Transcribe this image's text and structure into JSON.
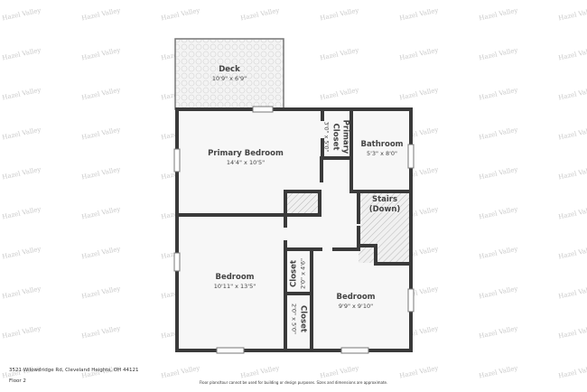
{
  "watermark": "Hazel Valley",
  "rooms": {
    "deck": {
      "name": "Deck",
      "dims": "10'9\" x 6'9\""
    },
    "primary_bedroom": {
      "name": "Primary Bedroom",
      "dims": "14'4\" x 10'5\""
    },
    "primary_closet": {
      "name": "Primary Closet",
      "line1": "Primary",
      "line2": "Closet",
      "dims": "3'0\" x 5'0\""
    },
    "bathroom": {
      "name": "Bathroom",
      "dims": "5'3\" x 8'0\""
    },
    "stairs": {
      "line1": "Stairs",
      "line2": "(Down)"
    },
    "bedroom_left": {
      "name": "Bedroom",
      "dims": "10'11\" x 13'5\""
    },
    "closet_upper": {
      "name": "Closet",
      "dims": "2'0\" x 4'6\""
    },
    "closet_lower": {
      "name": "Closet",
      "dims": "2'0\" x 5'0\""
    },
    "bedroom_right": {
      "name": "Bedroom",
      "dims": "9'9\" x 9'10\""
    }
  },
  "footer": {
    "address": "3521 Wilowdridge Rd, Cleveland Heights, OH 44121",
    "floor": "Floor 2",
    "disclaimer": "Floor plans/tour cannot be used for building or design purposes. Sizes and dimensions are approximate."
  },
  "colors": {
    "wall": "#3a3a3a",
    "floor": "#f7f7f7",
    "hatch": "#bdbdbd"
  }
}
